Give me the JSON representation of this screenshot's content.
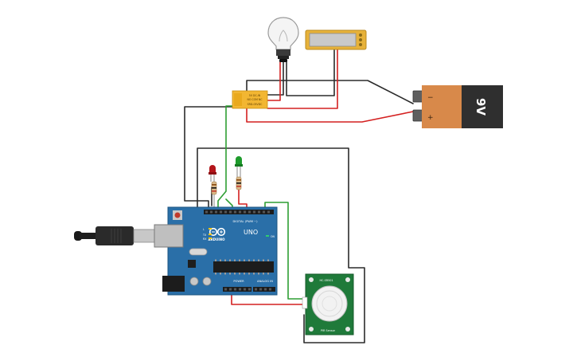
{
  "battery": {
    "label": "9V",
    "plus": "+",
    "minus": "−"
  },
  "arduino": {
    "brand": "ARDUINO",
    "model": "UNO",
    "digital_label": "DIGITAL (PWM ~)",
    "power_label": "POWER",
    "analog_label": "ANALOG IN",
    "on_label": "ON",
    "tx_label": "TX",
    "rx_label": "RX",
    "l_label": "L"
  },
  "relay": {
    "line1": "5V DC-IN",
    "line2": "NO COM NC",
    "line3": "SRD-05VDC"
  },
  "pir": {
    "top_label": "HC-SR501",
    "bottom_label": "PIR Sensor"
  },
  "colors": {
    "wire_red": "#d42020",
    "wire_black": "#2b2b2b",
    "wire_green": "#2e9e33",
    "arduino_blue": "#2a6fa8",
    "battery_orange": "#d8894a",
    "pir_green": "#1f7a3a",
    "relay_yellow": "#f2b632"
  }
}
